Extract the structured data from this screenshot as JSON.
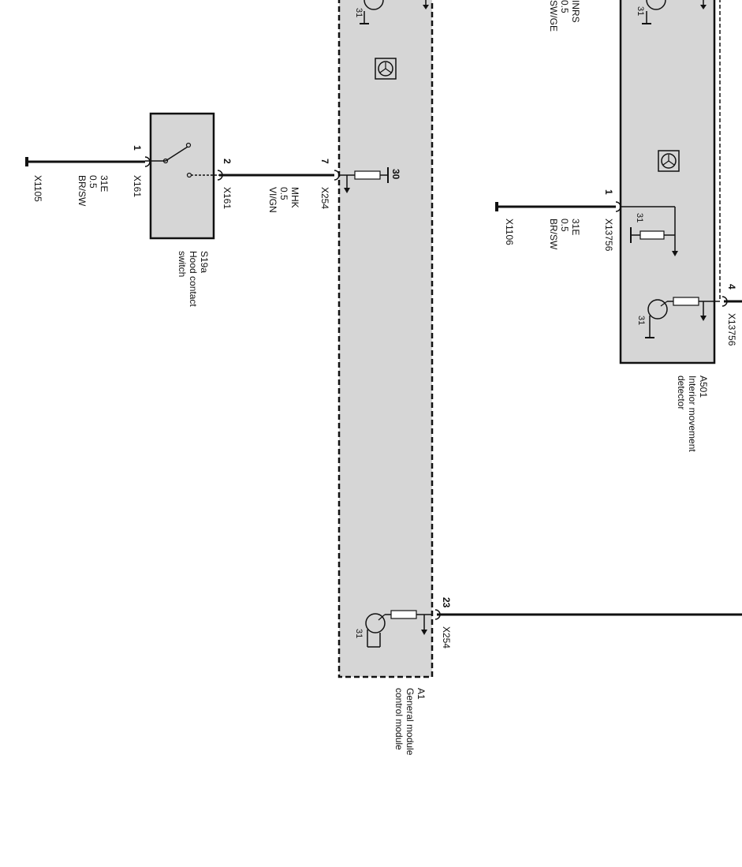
{
  "components": {
    "a1": {
      "id": "A1",
      "name_line1": "General module",
      "name_line2": "control module"
    },
    "s19a": {
      "id": "S19a",
      "name_line1": "Hood contact",
      "name_line2": "switch"
    },
    "a501": {
      "id": "A501",
      "name_line1": "Interior movement",
      "name_line2": "detector"
    }
  },
  "ground_left": {
    "connector": "X1105",
    "wire_code": "31E",
    "gauge": "0.5",
    "color": "BR/SW"
  },
  "switch_wiring": {
    "pin1": "1",
    "pin1_connector": "X161",
    "pin2": "2",
    "pin2_connector": "X161"
  },
  "mhk_wire": {
    "code": "MHK",
    "gauge": "0.5",
    "color": "VI/GN"
  },
  "a1_pins": {
    "pin7": "7",
    "pin7_connector": "X254",
    "pin30_label": "30",
    "pin23": "23",
    "pin23_connector": "X254",
    "gnd_31_top": "31",
    "gnd_31_bottom": "31"
  },
  "top_wire": {
    "code": "INRS",
    "gauge": "0.5",
    "color": "SW/GE"
  },
  "ground_right": {
    "connector": "X1106",
    "wire_code": "31E",
    "gauge": "0.5",
    "color": "BR/SW"
  },
  "a501_pins": {
    "pin1": "1",
    "pin1_connector": "X13756",
    "pin4": "4",
    "pin4_connector": "X13756",
    "gnd_31_a": "31",
    "gnd_31_b": "31",
    "gnd_31_c": "31"
  },
  "colors": {
    "module_fill": "#d6d6d6",
    "line": "#111111",
    "background": "#ffffff"
  }
}
